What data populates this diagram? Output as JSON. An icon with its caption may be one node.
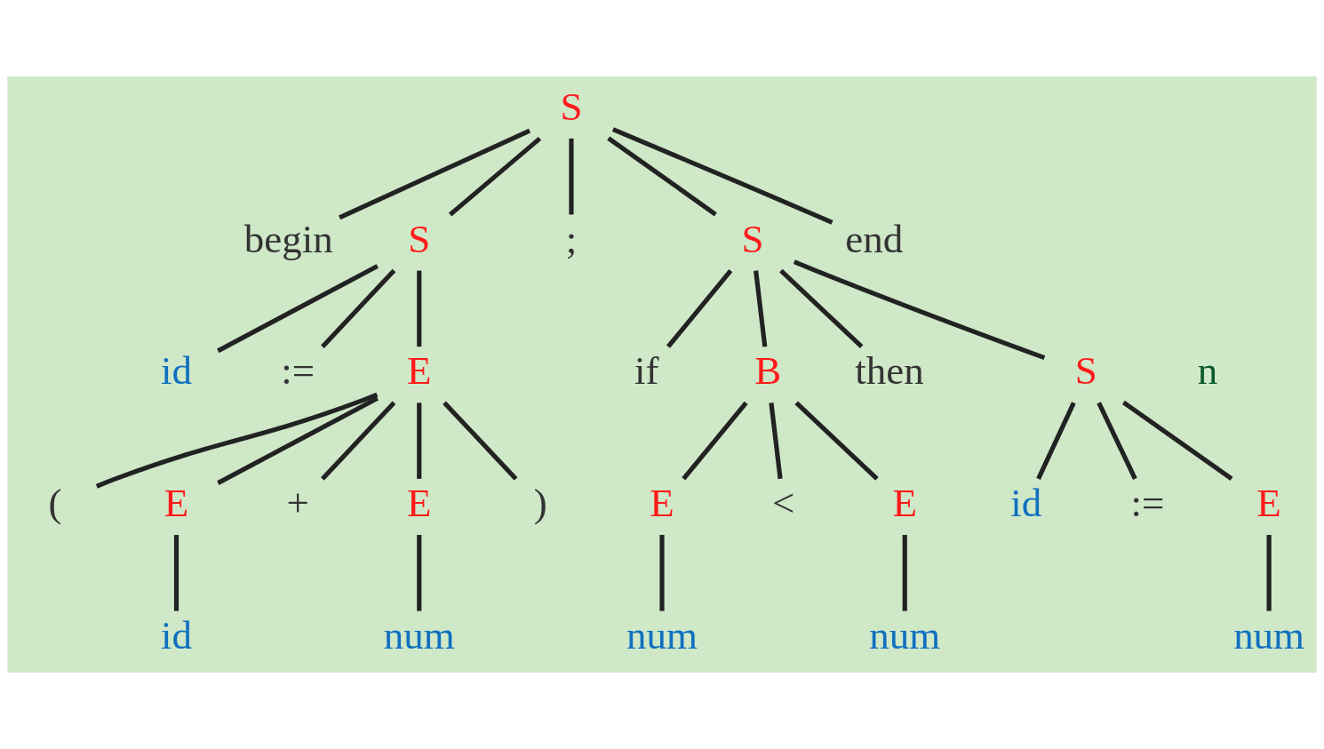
{
  "diagram": {
    "nodes": [
      {
        "text": [
          "S"
        ]
      },
      {
        "text": [
          "begin"
        ]
      },
      {
        "text": [
          "S"
        ]
      },
      {
        "text": [
          ";"
        ]
      },
      {
        "text": [
          "S"
        ]
      },
      {
        "text": [
          "end"
        ]
      },
      {
        "text": [
          "id"
        ]
      },
      {
        "text": [
          ":="
        ]
      },
      {
        "text": [
          "E"
        ]
      },
      {
        "text": [
          "if"
        ]
      },
      {
        "text": [
          "B"
        ]
      },
      {
        "text": [
          "then"
        ]
      },
      {
        "text": [
          "S"
        ]
      },
      {
        "text": [
          "("
        ]
      },
      {
        "text": [
          "E"
        ]
      },
      {
        "text": [
          "+"
        ]
      },
      {
        "text": [
          "E"
        ]
      },
      {
        "text": [
          ")"
        ]
      },
      {
        "text": [
          "E"
        ]
      },
      {
        "text": [
          "<"
        ]
      },
      {
        "text": [
          "E"
        ]
      },
      {
        "text": [
          "id"
        ]
      },
      {
        "text": [
          ":="
        ]
      },
      {
        "text": [
          "E"
        ]
      },
      {
        "text": [
          "id"
        ]
      },
      {
        "text": [
          "num"
        ]
      },
      {
        "text": [
          "num"
        ]
      },
      {
        "text": [
          "num"
        ]
      },
      {
        "text": [
          "num"
        ]
      }
    ],
    "edges": [
      {
        "from": 0,
        "to": 1,
        "arrow": "none"
      },
      {
        "from": 0,
        "to": 2,
        "arrow": "none"
      },
      {
        "from": 0,
        "to": 3,
        "arrow": "none"
      },
      {
        "from": 0,
        "to": 4,
        "arrow": "none"
      },
      {
        "from": 0,
        "to": 5,
        "arrow": "none"
      },
      {
        "from": 2,
        "to": 6,
        "arrow": "none"
      },
      {
        "from": 2,
        "to": 7,
        "arrow": "none"
      },
      {
        "from": 2,
        "to": 8,
        "arrow": "none"
      },
      {
        "from": 4,
        "to": 9,
        "arrow": "none"
      },
      {
        "from": 4,
        "to": 10,
        "arrow": "none"
      },
      {
        "from": 4,
        "to": 11,
        "arrow": "none"
      },
      {
        "from": 4,
        "to": 12,
        "arrow": "none"
      },
      {
        "from": 8,
        "to": 13,
        "arrow": "none"
      },
      {
        "from": 8,
        "to": 14,
        "arrow": "none"
      },
      {
        "from": 8,
        "to": 15,
        "arrow": "none"
      },
      {
        "from": 8,
        "to": 16,
        "arrow": "none"
      },
      {
        "from": 8,
        "to": 17,
        "arrow": "none"
      },
      {
        "from": 10,
        "to": 18,
        "arrow": "none"
      },
      {
        "from": 10,
        "to": 19,
        "arrow": "none"
      },
      {
        "from": 10,
        "to": 20,
        "arrow": "none"
      },
      {
        "from": 12,
        "to": 21,
        "arrow": "none"
      },
      {
        "from": 12,
        "to": 22,
        "arrow": "none"
      },
      {
        "from": 12,
        "to": 23,
        "arrow": "none"
      },
      {
        "from": 14,
        "to": 24,
        "arrow": "none"
      },
      {
        "from": 16,
        "to": 25,
        "arrow": "none"
      },
      {
        "from": 18,
        "to": 26,
        "arrow": "none"
      },
      {
        "from": 20,
        "to": 27,
        "arrow": "none"
      },
      {
        "from": 23,
        "to": 28,
        "arrow": "none"
      }
    ],
    "labels": [
      "n"
    ]
  }
}
